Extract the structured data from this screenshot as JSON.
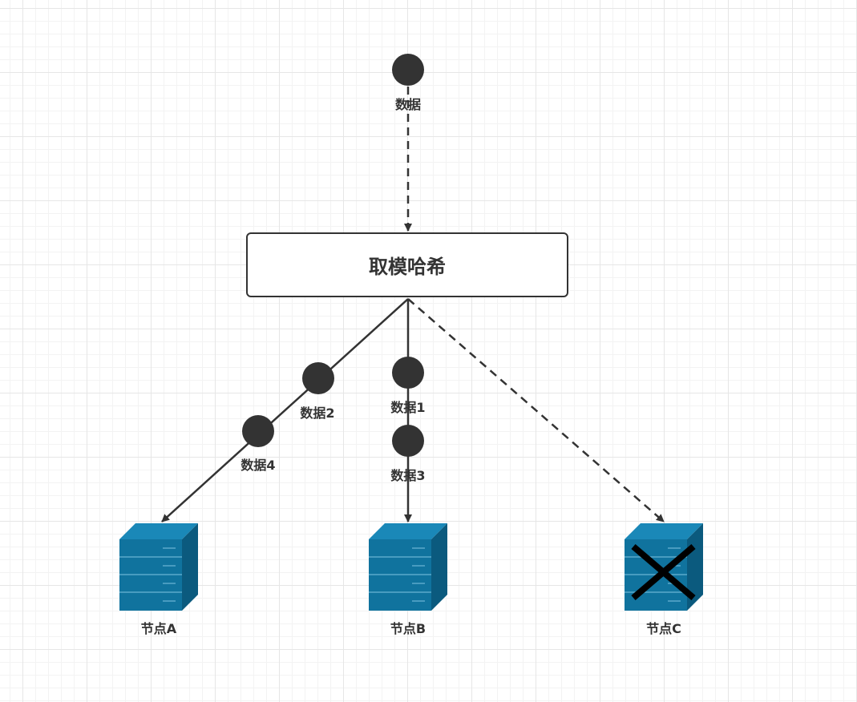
{
  "diagram": {
    "hash_box_label": "取模哈希",
    "input_data_label": "数据",
    "data_points": [
      {
        "id": "data1",
        "label": "数据1"
      },
      {
        "id": "data2",
        "label": "数据2"
      },
      {
        "id": "data3",
        "label": "数据3"
      },
      {
        "id": "data4",
        "label": "数据4"
      }
    ],
    "nodes": [
      {
        "id": "A",
        "label": "节点A",
        "status": "online"
      },
      {
        "id": "B",
        "label": "节点B",
        "status": "online"
      },
      {
        "id": "C",
        "label": "节点C",
        "status": "offline"
      }
    ]
  },
  "colors": {
    "stroke": "#333333",
    "server": "#10739E",
    "server_dark": "#0B5A7E",
    "server_light": "#1A88B8",
    "offline_mark": "#000000"
  }
}
